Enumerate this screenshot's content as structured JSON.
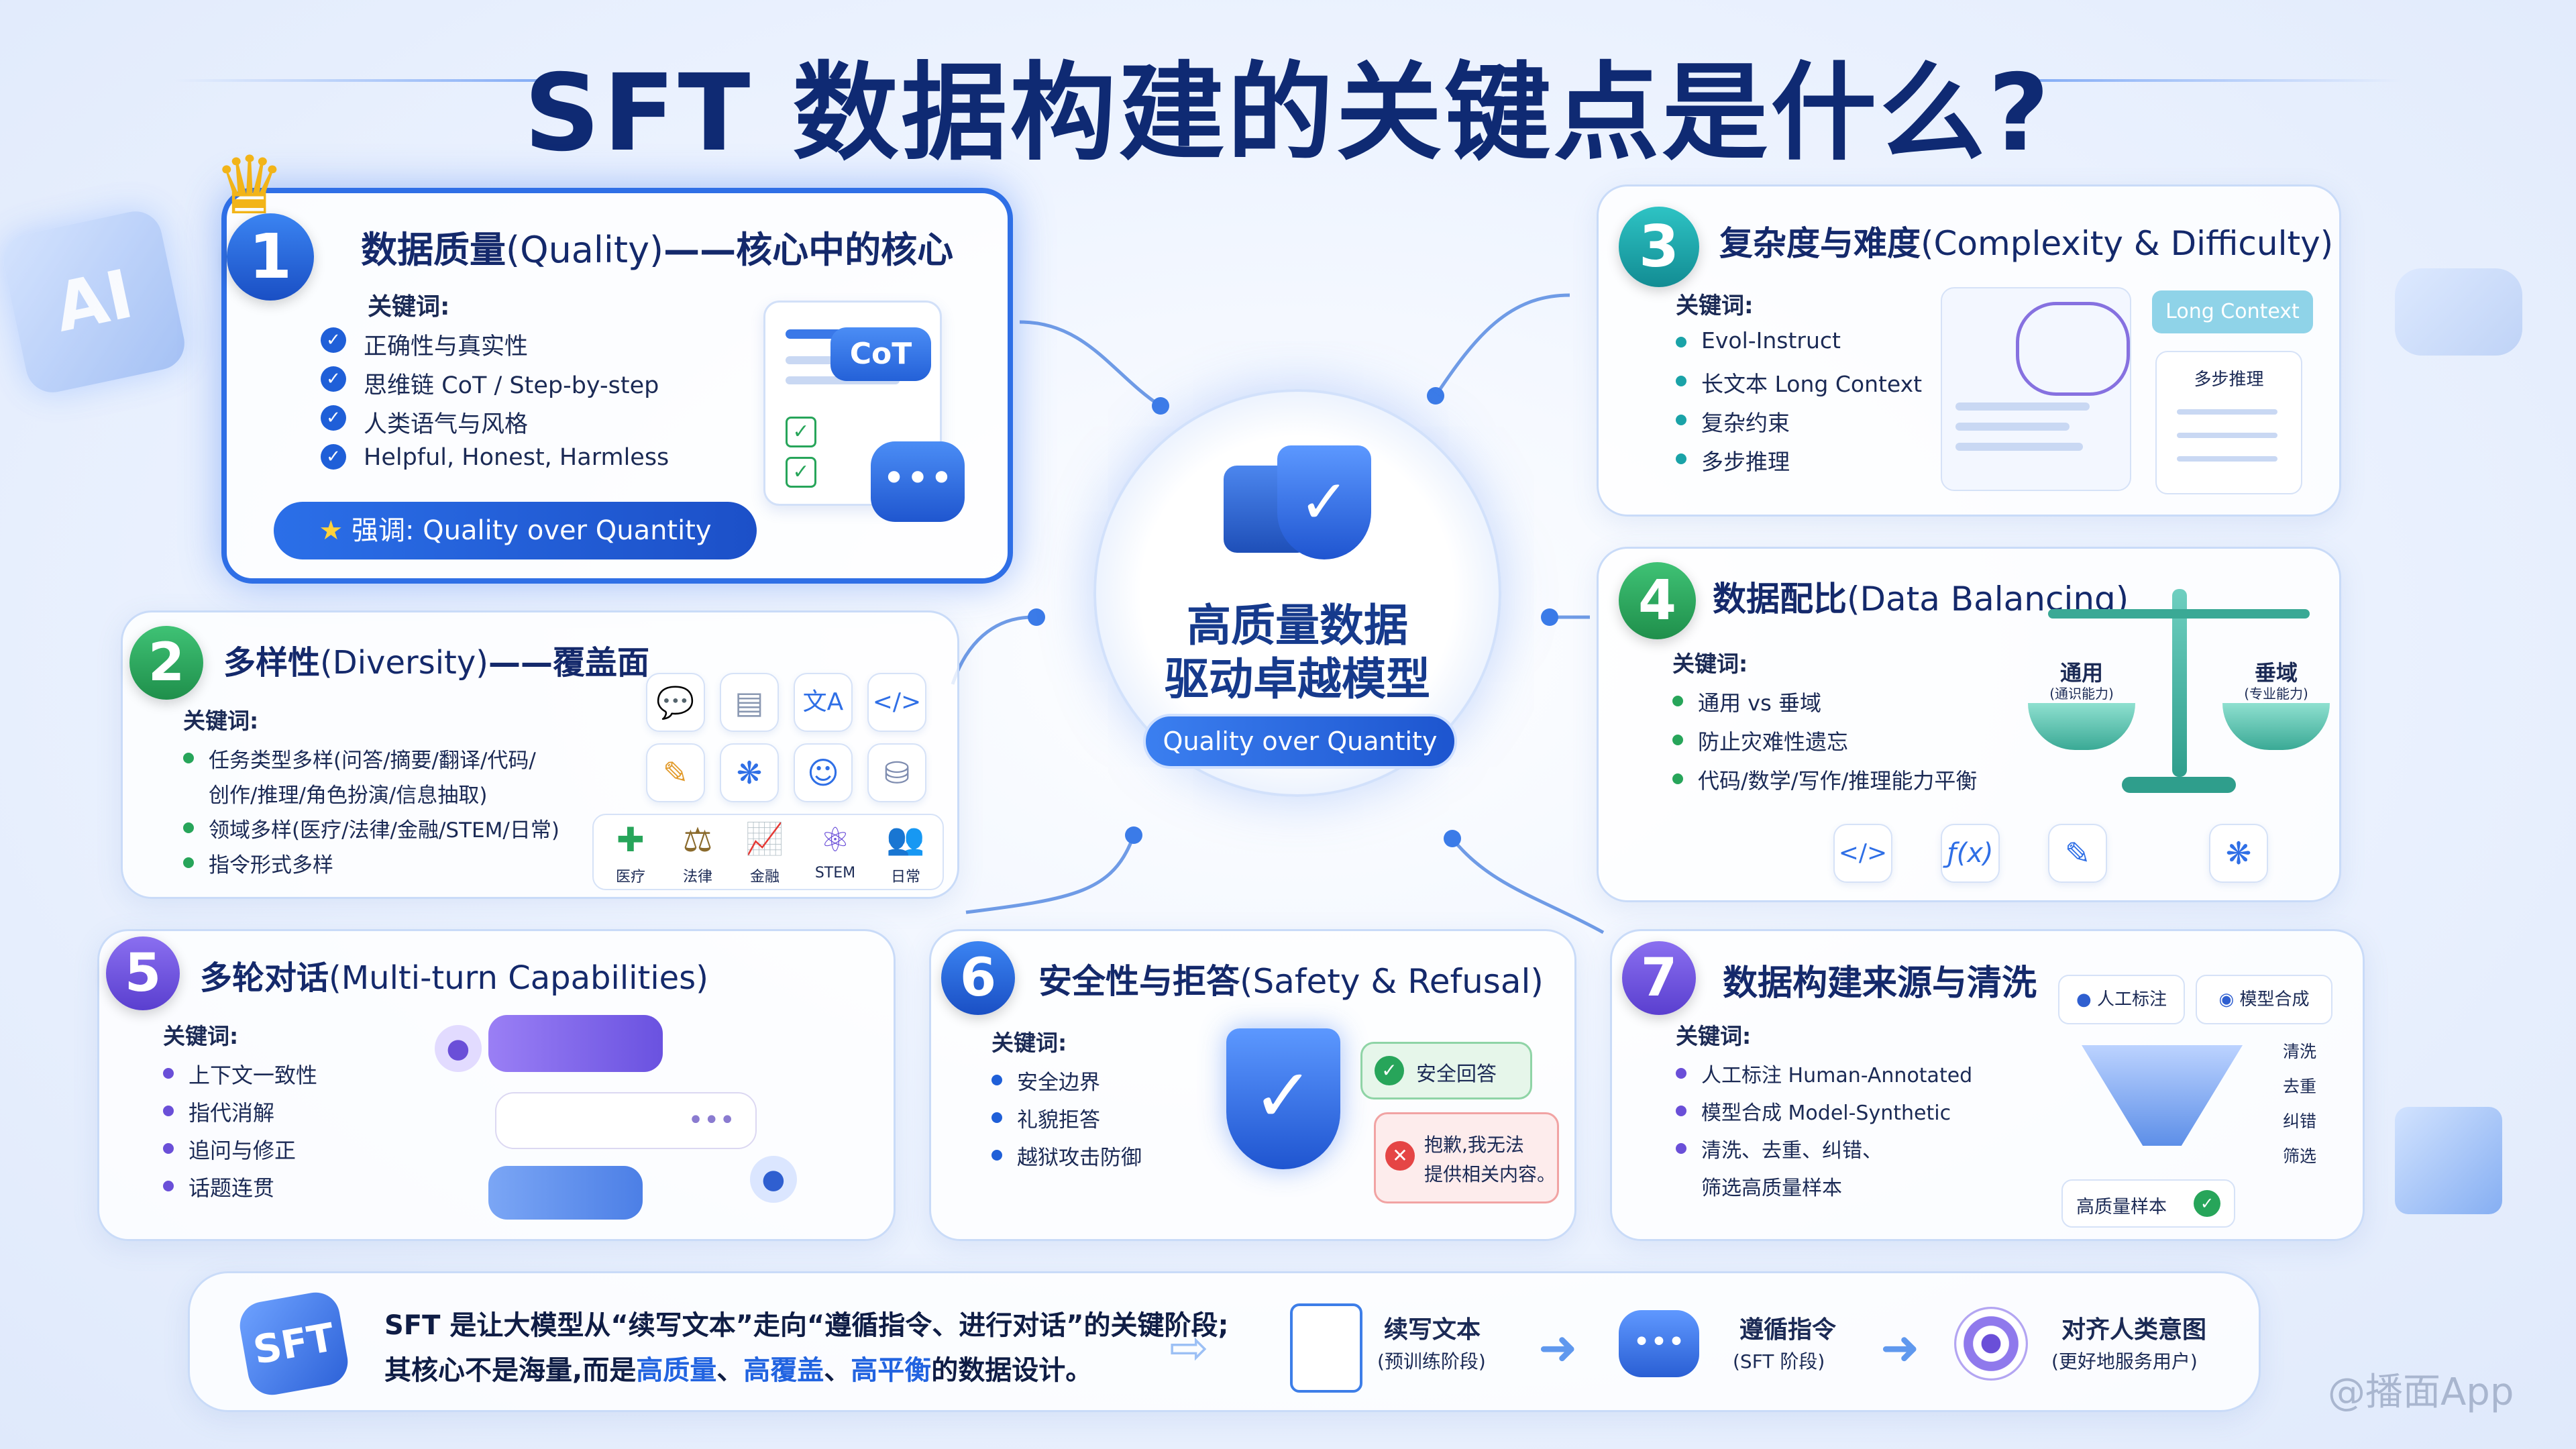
{
  "title": "SFT 数据构建的关键点是什么?",
  "center": {
    "line1": "高质量数据",
    "line2": "驱动卓越模型",
    "pill": "Quality over Quantity"
  },
  "keyword_label": "关键词:",
  "cards": [
    {
      "num": "1",
      "title_cn": "数据质量",
      "title_en": "(Quality)",
      "title_suffix": "——核心中的核心",
      "items": [
        "正确性与真实性",
        "思维链 CoT / Step-by-step",
        "人类语气与风格",
        "Helpful, Honest, Harmless"
      ],
      "emphasis": "强调: Quality over Quantity",
      "badge": "CoT"
    },
    {
      "num": "2",
      "title_cn": "多样性",
      "title_en": "(Diversity)",
      "title_suffix": "——覆盖面",
      "items": [
        "任务类型多样(问答/摘要/翻译/代码/",
        "创作/推理/角色扮演/信息抽取)",
        "领域多样(医疗/法律/金融/STEM/日常)",
        "指令形式多样"
      ],
      "domains": [
        "医疗",
        "法律",
        "金融",
        "STEM",
        "日常"
      ]
    },
    {
      "num": "3",
      "title_cn": "复杂度与难度",
      "title_en": "(Complexity & Difficulty)",
      "items": [
        "Evol-Instruct",
        "长文本 Long Context",
        "复杂约束",
        "多步推理"
      ],
      "tag_long": "Long Context",
      "tag_steps": "多步推理"
    },
    {
      "num": "4",
      "title_cn": "数据配比",
      "title_en": "(Data Balancing)",
      "items": [
        "通用 vs 垂域",
        "防止灾难性遗忘",
        "代码/数学/写作/推理能力平衡"
      ],
      "left_pan": "通用",
      "left_sub": "(通识能力)",
      "right_pan": "垂域",
      "right_sub": "(专业能力)"
    },
    {
      "num": "5",
      "title_cn": "多轮对话",
      "title_en": "(Multi-turn Capabilities)",
      "items": [
        "上下文一致性",
        "指代消解",
        "追问与修正",
        "话题连贯"
      ]
    },
    {
      "num": "6",
      "title_cn": "安全性与拒答",
      "title_en": "(Safety & Refusal)",
      "items": [
        "安全边界",
        "礼貌拒答",
        "越狱攻击防御"
      ],
      "safe_answer": "安全回答",
      "refuse_line1": "抱歉,我无法",
      "refuse_line2": "提供相关内容。"
    },
    {
      "num": "7",
      "title_cn": "数据构建来源与清洗",
      "items": [
        "人工标注 Human-Annotated",
        "模型合成 Model-Synthetic",
        "清洗、去重、纠错、",
        "筛选高质量样本"
      ],
      "src_human": "人工标注",
      "src_model": "模型合成",
      "steps": [
        "清洗",
        "去重",
        "纠错",
        "筛选"
      ],
      "output": "高质量样本"
    }
  ],
  "footer": {
    "line1": "SFT 是让大模型从“续写文本”走向“遵循指令、进行对话”的关键阶段;",
    "line2_pre": "其核心不是海量,而是",
    "hl1": "高质量",
    "sep1": "、",
    "hl2": "高覆盖",
    "sep2": "、",
    "hl3": "高平衡",
    "line2_post": "的数据设计。",
    "badge": "SFT",
    "flow": [
      {
        "label": "续写文本",
        "sub": "(预训练阶段)"
      },
      {
        "label": "遵循指令",
        "sub": "(SFT 阶段)"
      },
      {
        "label": "对齐人类意图",
        "sub": "(更好地服务用户)"
      }
    ]
  },
  "side_badge": "AI",
  "watermark": "@播面App",
  "colors": {
    "blue": "#1f5fd8",
    "teal": "#1aa3a8",
    "green": "#27a55a",
    "purple": "#6a4fd8"
  }
}
